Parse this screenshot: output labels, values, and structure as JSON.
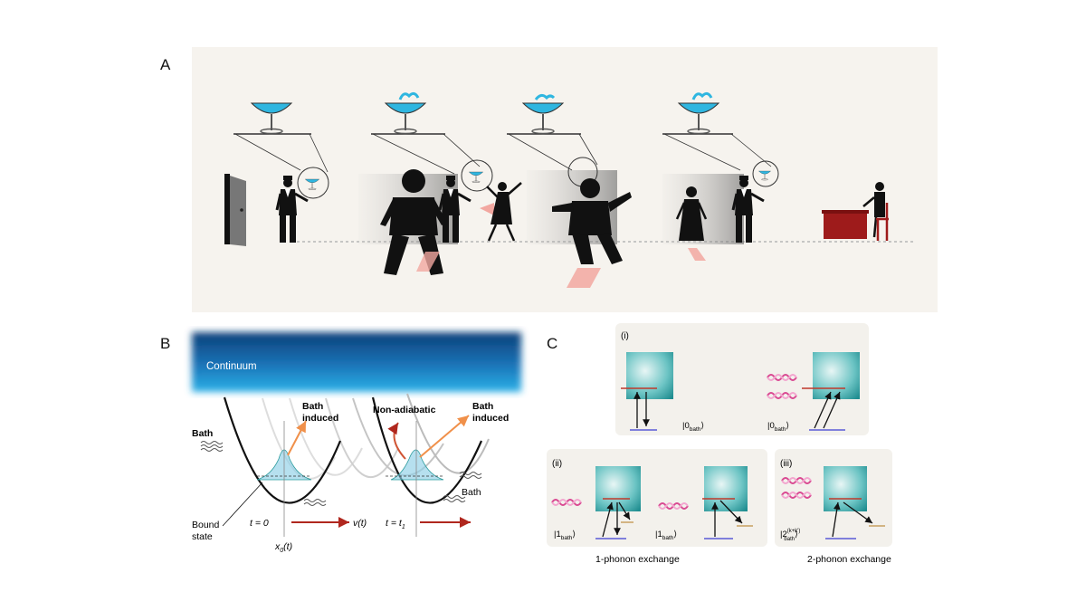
{
  "panels": {
    "a": "A",
    "b": "B",
    "c": "C"
  },
  "panel_b": {
    "continuum": "Continuum",
    "bath_induced_1": [
      "Bath",
      "induced"
    ],
    "non_adiabatic": "Non-adiabatic",
    "bath_induced_2": [
      "Bath",
      "induced"
    ],
    "bath_left": "Bath",
    "bath_right": "Bath",
    "bound_state": [
      "Bound",
      "state"
    ],
    "t0": "t = 0",
    "vt": "v(t)",
    "t1": "t = t",
    "t1_sub": "1",
    "x0": "x",
    "x0_sub": "0",
    "x0_arg": "(t)"
  },
  "panel_c": {
    "i_label": "(i)",
    "ii_label": "(ii)",
    "iii_label": "(iii)",
    "ket0_a": "|0",
    "ket0_a_sub": "bath",
    "ket0_b": "|0",
    "ket0_b_sub": "bath",
    "ket1_a": "|1",
    "ket1_a_sub": "bath",
    "ket1_b": "|1",
    "ket1_b_sub": "bath",
    "ket2": "|2",
    "ket2_sup": "(k+k')",
    "ket2_sub": "bath",
    "one_phonon": "1-phonon exchange",
    "two_phonon": "2-phonon exchange"
  },
  "colors": {
    "water": "#2fb6e0",
    "table": "#9e1b1b",
    "arrow_pink": "#f2a7a0",
    "continuum": "#0b4d8c",
    "red_arrow": "#b0271e",
    "orange_arrow": "#f0904a",
    "level_red": "#c0392b",
    "level_blue": "#5a5ad6",
    "teal": "#2a9a9c"
  }
}
